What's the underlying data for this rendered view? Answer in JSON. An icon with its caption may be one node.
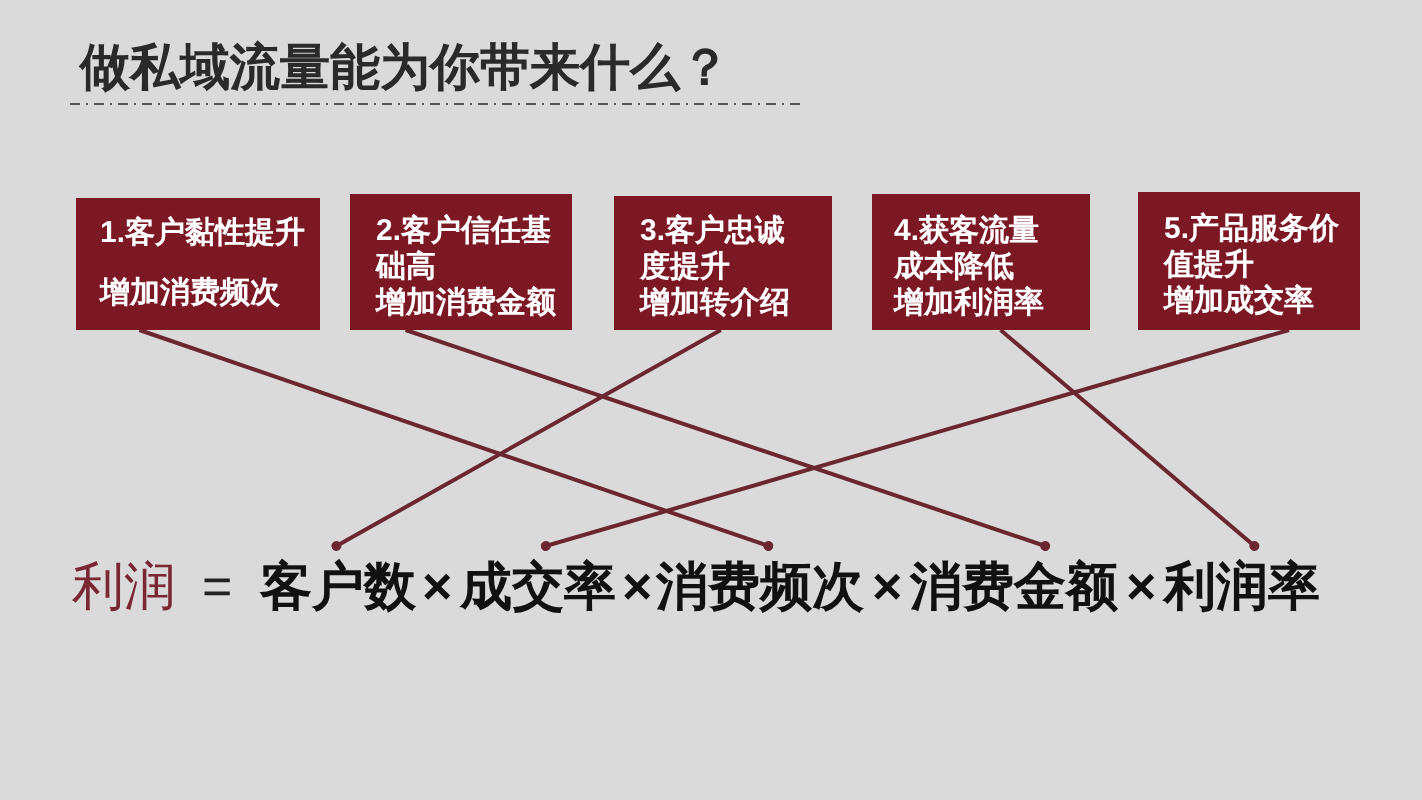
{
  "diagram": {
    "title": "做私域流量能为你带来什么？",
    "nodes": [
      {
        "text": [
          "1.客户黏性提升",
          "增加消费频次"
        ]
      },
      {
        "text": [
          "2.客户信任基础高",
          "增加消费金额"
        ]
      },
      {
        "text": [
          "3.客户忠诚度提升",
          "增加转介绍"
        ]
      },
      {
        "text": [
          "4.获客流量成本降低",
          "增加利润率"
        ]
      },
      {
        "text": [
          "5.产品服务价值提升",
          "增加成交率"
        ]
      },
      {
        "text": [
          "客户数"
        ]
      },
      {
        "text": [
          "成交率"
        ]
      },
      {
        "text": [
          "消费频次"
        ]
      },
      {
        "text": [
          "消费金额"
        ]
      },
      {
        "text": [
          "利润率"
        ]
      }
    ],
    "edges": [
      {
        "from": 0,
        "to": 7,
        "arrow": "other"
      },
      {
        "from": 1,
        "to": 8,
        "arrow": "other"
      },
      {
        "from": 2,
        "to": 5,
        "arrow": "other"
      },
      {
        "from": 3,
        "to": 9,
        "arrow": "other"
      },
      {
        "from": 4,
        "to": 6,
        "arrow": "other"
      }
    ],
    "labels": [
      "利润",
      "=",
      "×",
      "×",
      "×",
      "×"
    ]
  }
}
